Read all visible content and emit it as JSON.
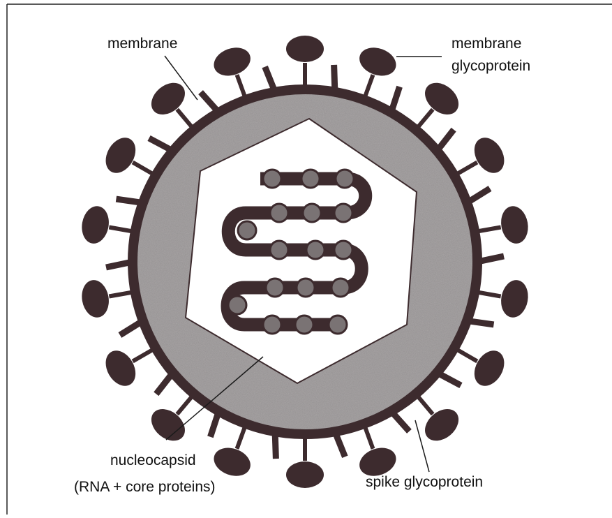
{
  "diagram": {
    "labels": {
      "membrane": "membrane",
      "membrane_glycoprotein_line1": "membrane",
      "membrane_glycoprotein_line2": "glycoprotein",
      "nucleocapsid_line1": "nucleocapsid",
      "nucleocapsid_line2": "(RNA + core proteins)",
      "spike_glycoprotein": "spike glycoprotein"
    },
    "colors": {
      "background": "#ffffff",
      "frame": "#222222",
      "membrane": "#3d2b2e",
      "envelope_fill": "#a9a5a6",
      "capsid_fill": "#ffffff",
      "rna_strand": "#3d2b2e",
      "rna_bead": "#7a7374",
      "leader_line": "#1a1a1a"
    },
    "icons": {
      "mushroom_glycoprotein": "membrane-glycoprotein-icon",
      "spike": "spike-glycoprotein-icon",
      "bead": "core-protein-bead-icon"
    }
  }
}
